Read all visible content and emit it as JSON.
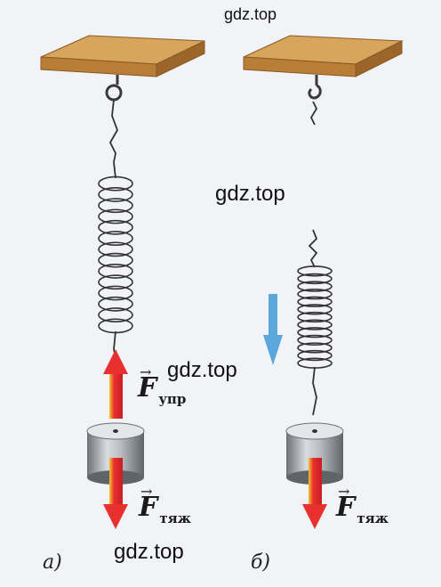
{
  "watermarks": {
    "top": "gdz.top",
    "middle": "gdz.top",
    "left": "gdz.top",
    "bottom": "gdz.top"
  },
  "figure_a": {
    "caption": "а)",
    "force_up": {
      "symbol": "F",
      "subscript": "упр"
    },
    "force_down": {
      "symbol": "F",
      "subscript": "тяж"
    }
  },
  "figure_b": {
    "caption": "б)",
    "force_down": {
      "symbol": "F",
      "subscript": "тяж"
    }
  },
  "colors": {
    "board_top": "#d7a55c",
    "board_front": "#b87d36",
    "force_red": "#e8302f",
    "force_yellow": "#f4c430",
    "stretch_arrow_blue": "#5aa7dc",
    "weight_gray": "#a9aeb4",
    "spring": "#333333",
    "background": "#f1f3f7"
  }
}
